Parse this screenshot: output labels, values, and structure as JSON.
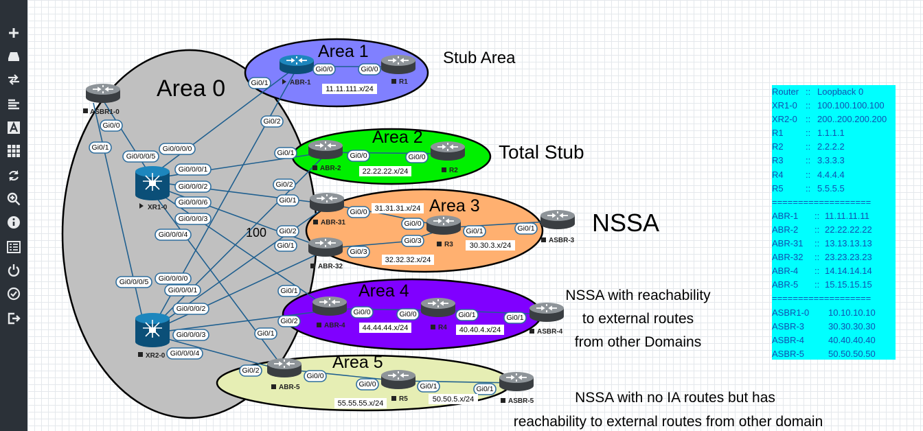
{
  "areas": {
    "area0": "Area 0",
    "area1": "Area 1",
    "area2": "Area 2",
    "area3": "Area 3",
    "area4": "Area 4",
    "area5": "Area 5"
  },
  "area_types": {
    "area1": "Stub Area",
    "area2": "Total Stub",
    "area3": "NSSA",
    "area4_line1": "NSSA with reachability",
    "area4_line2": "to external routes",
    "area4_line3": "from other Domains",
    "area5_line1": "NSSA with no IA routes but has",
    "area5_line2": "reachability to external routes from other domain"
  },
  "cost_label": "100",
  "nodes": {
    "asbr1_0": "ASBR1-0",
    "xr1_0": "XR1-0",
    "xr2_0": "XR2-0",
    "abr1": "ABR-1",
    "r1": "R1",
    "abr2": "ABR-2",
    "r2": "R2",
    "abr31": "ABR-31",
    "abr32": "ABR-32",
    "r3": "R3",
    "asbr3": "ASBR-3",
    "abr4": "ABR-4",
    "r4": "R4",
    "asbr4": "ASBR-4",
    "abr5": "ABR-5",
    "r5": "R5",
    "asbr5": "ASBR-5"
  },
  "interfaces": {
    "gi0_0": "Gi0/0",
    "gi0_1": "Gi0/1",
    "gi0_2": "Gi0/2",
    "gi0_3": "Gi0/3",
    "gi0_0_0_0": "Gi0/0/0/0",
    "gi0_0_0_1": "Gi0/0/0/1",
    "gi0_0_0_2": "Gi0/0/0/2",
    "gi0_0_0_3": "Gi0/0/0/3",
    "gi0_0_0_4": "Gi0/0/0/4",
    "gi0_0_0_5": "Gi0/0/0/5",
    "gi0_0_0_6": "Gi0/0/0/6"
  },
  "subnets": {
    "area1": "11.11.111.x/24",
    "area2": "22.22.22.x/24",
    "area3_31": "31.31.31.x/24",
    "area3_32": "32.32.32.x/24",
    "area3_ext": "30.30.3.x/24",
    "area4": "44.44.44.x/24",
    "area4_ext": "40.40.4.x/24",
    "area5": "55.55.55.x/24",
    "area5_ext": "50.50.5.x/24"
  },
  "loopback_table": {
    "header": [
      "Router",
      "::",
      "Loopback 0"
    ],
    "rows": [
      [
        "XR1-0",
        "::",
        "100.100.100.100"
      ],
      [
        "XR2-0",
        "::",
        "200..200.200.200"
      ],
      [
        "R1",
        "::",
        "1.1.1.1"
      ],
      [
        "R2",
        "::",
        "2.2.2.2"
      ],
      [
        "R3",
        "::",
        "3.3.3.3"
      ],
      [
        "R4",
        "::",
        "4.4.4.4"
      ],
      [
        "R5",
        "::",
        "5.5.5.5"
      ],
      [
        "===================",
        "",
        ""
      ],
      [
        "ABR-1",
        "::",
        "11.11.11.11"
      ],
      [
        "ABR-2",
        "::",
        "22.22.22.22"
      ],
      [
        "ABR-31",
        "::",
        "13.13.13.13"
      ],
      [
        "ABR-32",
        "::",
        "23.23.23.23"
      ],
      [
        "ABR-4",
        "::",
        "14.14.14.14"
      ],
      [
        "ABR-5",
        "::",
        "15.15.15.15"
      ],
      [
        "===================",
        "",
        ""
      ],
      [
        "ASBR1-0",
        "",
        "10.10.10.10"
      ],
      [
        "ASBR-3",
        "",
        "30.30.30.30"
      ],
      [
        "ASBR-4",
        "",
        "40.40.40.40"
      ],
      [
        "ASBR-5",
        "",
        "50.50.50.50"
      ]
    ]
  },
  "colors": {
    "area0": "#c0c0c0",
    "area1": "#8080ff",
    "area2": "#00f000",
    "area3": "#ffb070",
    "area4": "#8000ff",
    "area5": "#e6eeb4",
    "table_bg": "#00ffff",
    "table_text": "#1050b0",
    "link": "#1f5f8f",
    "sidebar": "#2b3138"
  },
  "sidebar_icons": [
    "add-icon",
    "storage-icon",
    "transfer-icon",
    "align-icon",
    "text-icon",
    "grid-icon",
    "refresh-icon",
    "zoom-icon",
    "info-icon",
    "list-icon",
    "power-icon",
    "check-icon",
    "logout-icon"
  ]
}
